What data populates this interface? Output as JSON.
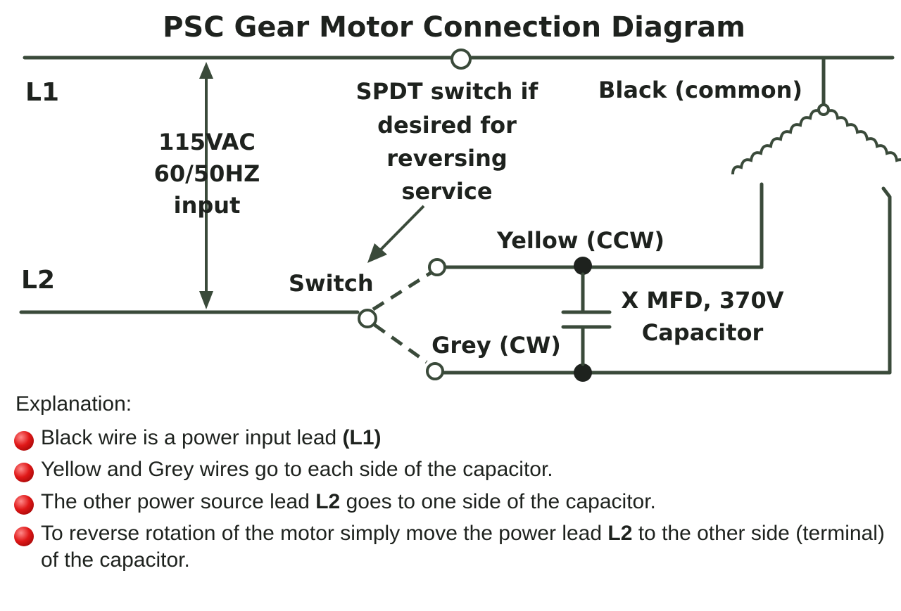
{
  "title": "PSC Gear Motor Connection Diagram",
  "labels": {
    "l1": "L1",
    "l2": "L2",
    "input_line1": "115VAC",
    "input_line2": "60/50HZ",
    "input_line3": "input",
    "spdt_line1": "SPDT switch if",
    "spdt_line2": "desired for",
    "spdt_line3": "reversing",
    "spdt_line4": "service",
    "switch": "Switch",
    "black": "Black (common)",
    "yellow": "Yellow (CCW)",
    "grey": "Grey (CW)",
    "capacitor_line1": "X MFD, 370V",
    "capacitor_line2": "Capacitor"
  },
  "colors": {
    "wire": "#3a4a3a",
    "text": "#1e221e",
    "bullet": "#e01818"
  },
  "explanation": {
    "heading": "Explanation:",
    "items": [
      {
        "before": "Black wire is a power input lead ",
        "bold": "(L1)",
        "after": ""
      },
      {
        "before": "Yellow and Grey wires go to each side of the capacitor.",
        "bold": "",
        "after": ""
      },
      {
        "before": "The other power source lead ",
        "bold": "L2",
        "after": " goes to one side of the capacitor."
      },
      {
        "before": "To reverse rotation of the motor simply move the power lead ",
        "bold": "L2",
        "after": " to the other side (terminal) of the capacitor."
      }
    ]
  }
}
